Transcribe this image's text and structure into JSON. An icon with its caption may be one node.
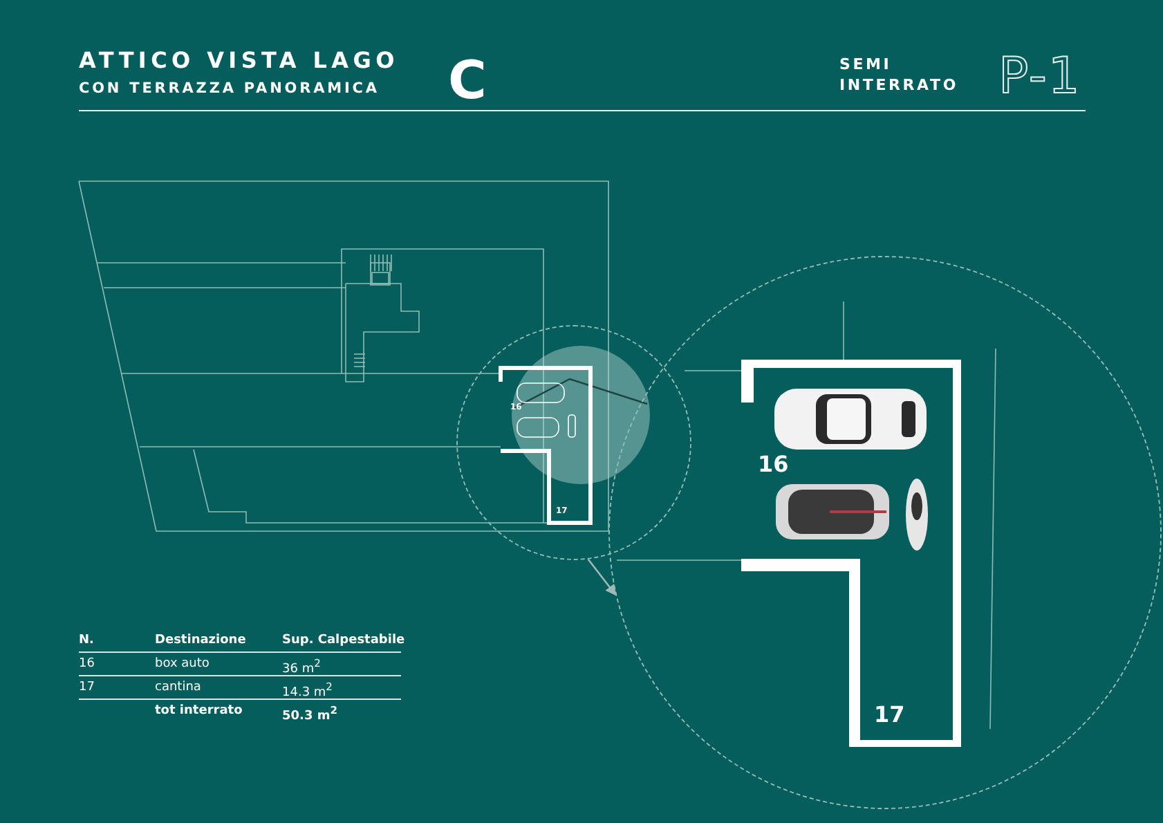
{
  "diagram": {
    "title": "ATTICO VISTA LAGO",
    "nodes": [
      {
        "text": [],
        "shape": "circle"
      },
      {
        "text": [],
        "shape": "circle"
      }
    ],
    "edges": [
      {
        "from": 0,
        "to": 1,
        "arrow": "to"
      }
    ],
    "labels": [
      "CON TERRAZZA PANORAMICA",
      "C",
      "SEMI INTERRATO",
      "P-1",
      "16",
      "17",
      "16",
      "17",
      "N.",
      "Destinazione",
      "Sup. Calpestabile",
      "16",
      "box auto",
      "36 m$^{2}$",
      "17",
      "cantina",
      "14.3 m$^{2}$",
      "tot interrato",
      "50.3 m$^{2}$"
    ]
  }
}
